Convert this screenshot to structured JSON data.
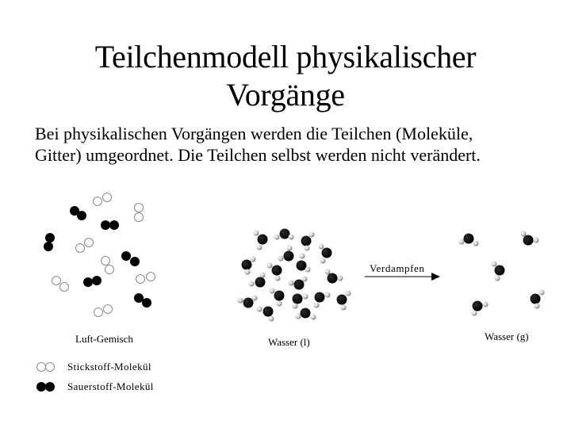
{
  "slide": {
    "title_line1": "Teilchenmodell physikalischer",
    "title_line2": "Vorgänge",
    "body_line1": "Bei physikalischen Vorgängen werden die Teilchen (Moleküle,",
    "body_line2": "Gitter) umgeordnet. Die Teilchen selbst werden nicht verändert."
  },
  "diagram": {
    "air_label": "Luft-Gemisch",
    "liquid_label": "Wasser (l)",
    "gas_label": "Wasser (g)",
    "arrow_label": "Verdampfen",
    "legend": [
      {
        "icon": "nitrogen-molecule-icon",
        "label": "Stickstoff-Molekül"
      },
      {
        "icon": "oxygen-molecule-icon",
        "label": "Sauerstoff-Molekül"
      }
    ],
    "colors": {
      "filled": "#000000",
      "outline": "#8a8a8a",
      "hydrogen": "#bdbdbd"
    }
  }
}
